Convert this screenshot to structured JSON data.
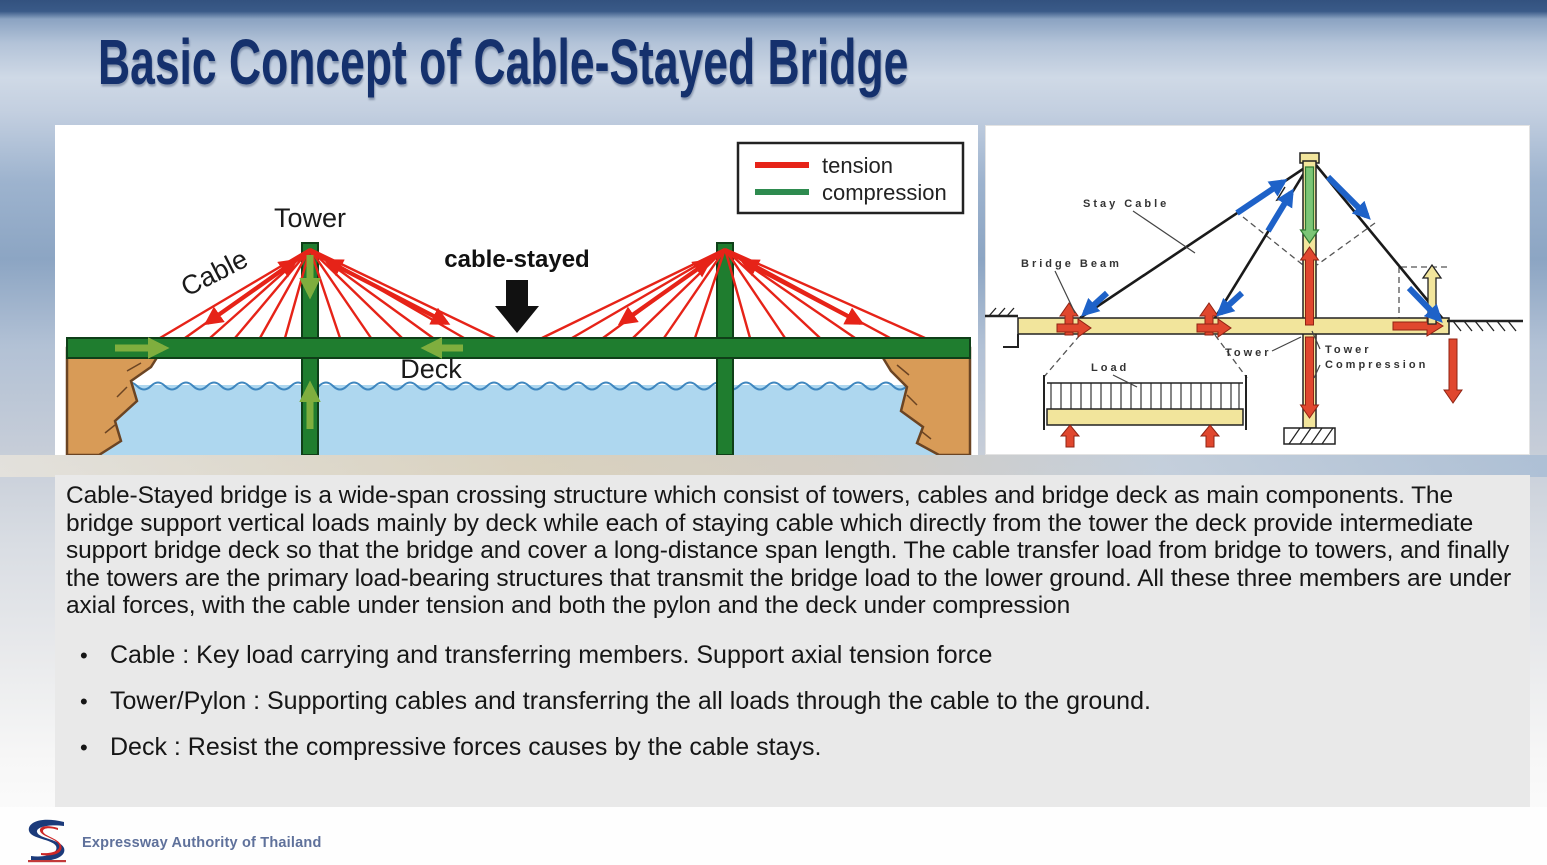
{
  "title": "Basic Concept of Cable-Stayed Bridge",
  "colors": {
    "title_navy": "#15316d",
    "tension_red": "#e62318",
    "compression_green": "#2e8b4f",
    "deck_green": "#1f7d2f",
    "water_blue": "#aed7ef",
    "cliff_tan": "#d89b57",
    "text_panel_gray": "#e9e9e9",
    "diagram_yellow": "#f2e59c",
    "force_blue": "#1e62c8",
    "force_red": "#e0472e"
  },
  "left_diagram": {
    "legend": {
      "items": [
        {
          "label": "tension",
          "color": "#e62318"
        },
        {
          "label": "compression",
          "color": "#2e8b4f"
        }
      ]
    },
    "labels": {
      "tower": "Tower",
      "cable": "Cable",
      "cable_stayed": "cable-stayed",
      "deck": "Deck"
    }
  },
  "right_diagram": {
    "labels": {
      "stay_cable": "Stay Cable",
      "bridge_beam": "Bridge Beam",
      "load": "Load",
      "tower": "Tower",
      "tower_compression_1": "Tower",
      "tower_compression_2": "Compression"
    }
  },
  "body": {
    "bullet_glyph": "•",
    "paragraph": "Cable-Stayed bridge is a wide-span crossing structure which consist of towers, cables and bridge deck as main components. The bridge support vertical loads mainly by deck while each of staying cable which directly from the tower the deck provide intermediate support bridge deck so that the bridge and cover a long-distance span length. The cable transfer load from bridge to towers, and finally the towers are the primary load-bearing structures that transmit the bridge load to the lower ground. All these three members are under axial forces, with the cable under tension and both the pylon and the deck under compression",
    "bullets": [
      "Cable : Key load carrying and transferring members. Support axial tension force",
      "Tower/Pylon : Supporting cables and transferring the all loads through the cable to the ground.",
      "Deck : Resist the compressive forces causes by the cable stays."
    ]
  },
  "footer": {
    "organization": "Expressway Authority of Thailand"
  }
}
